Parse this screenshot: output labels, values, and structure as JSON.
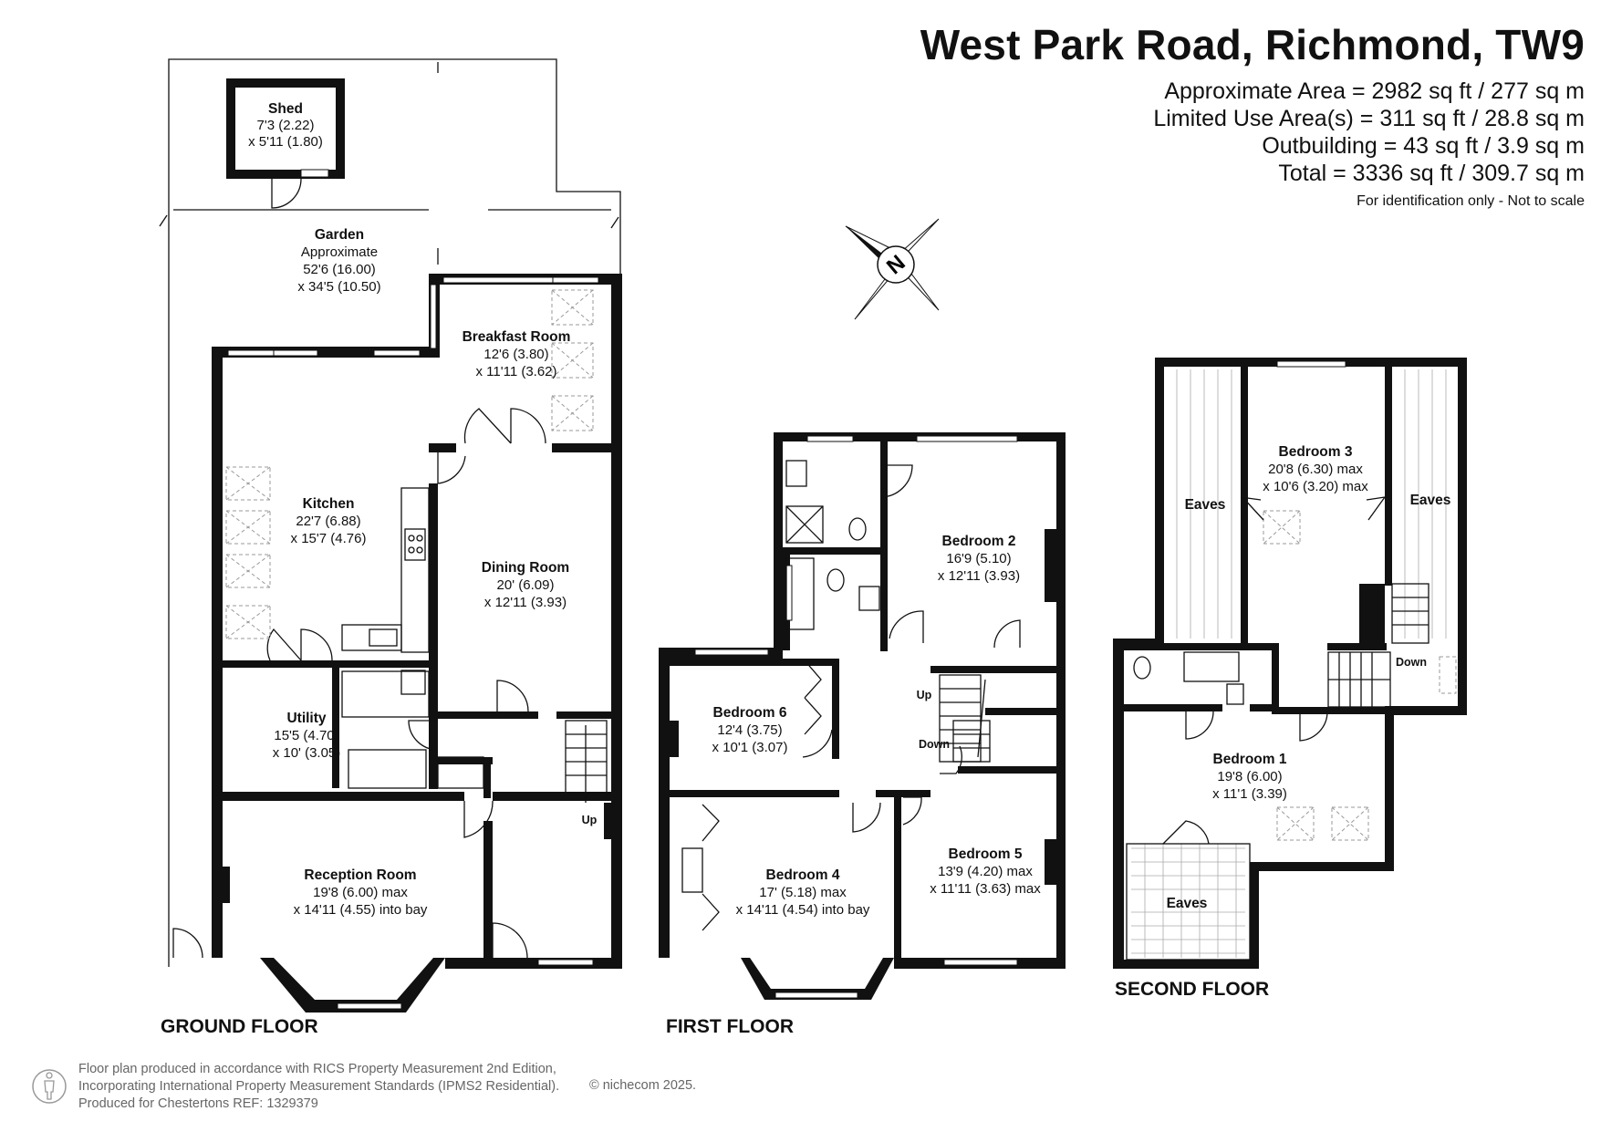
{
  "header": {
    "title": "West Park Road, Richmond, TW9",
    "areas": [
      "Approximate Area = 2982 sq ft / 277 sq m",
      "Limited Use Area(s) = 311 sq ft / 28.8 sq m",
      "Outbuilding = 43 sq ft / 3.9 sq m",
      "Total = 3336 sq ft / 309.7 sq m"
    ],
    "disclaimer": "For identification only - Not to scale"
  },
  "compass": {
    "label": "N"
  },
  "floors": {
    "ground": "GROUND FLOOR",
    "first": "FIRST FLOOR",
    "second": "SECOND FLOOR"
  },
  "rooms": {
    "shed": {
      "name": "Shed",
      "d1": "7'3 (2.22)",
      "d2": "x 5'11 (1.80)"
    },
    "garden": {
      "name": "Garden",
      "d0": "Approximate",
      "d1": "52'6 (16.00)",
      "d2": "x 34'5 (10.50)"
    },
    "breakfast": {
      "name": "Breakfast Room",
      "d1": "12'6 (3.80)",
      "d2": "x 11'11 (3.62)"
    },
    "kitchen": {
      "name": "Kitchen",
      "d1": "22'7 (6.88)",
      "d2": "x 15'7 (4.76)"
    },
    "dining": {
      "name": "Dining Room",
      "d1": "20' (6.09)",
      "d2": "x 12'11 (3.93)"
    },
    "utility": {
      "name": "Utility",
      "d1": "15'5 (4.70)",
      "d2": "x 10' (3.05)"
    },
    "reception": {
      "name": "Reception Room",
      "d1": "19'8 (6.00) max",
      "d2": "x 14'11 (4.55) into bay"
    },
    "bedroom2": {
      "name": "Bedroom 2",
      "d1": "16'9 (5.10)",
      "d2": "x 12'11 (3.93)"
    },
    "bedroom6": {
      "name": "Bedroom 6",
      "d1": "12'4 (3.75)",
      "d2": "x 10'1 (3.07)"
    },
    "bedroom4": {
      "name": "Bedroom 4",
      "d1": "17' (5.18) max",
      "d2": "x 14'11 (4.54) into bay"
    },
    "bedroom5": {
      "name": "Bedroom 5",
      "d1": "13'9 (4.20) max",
      "d2": "x 11'11 (3.63) max"
    },
    "bedroom3": {
      "name": "Bedroom 3",
      "d1": "20'8 (6.30) max",
      "d2": "x 10'6 (3.20) max"
    },
    "bedroom1": {
      "name": "Bedroom 1",
      "d1": "19'8 (6.00)",
      "d2": "x 11'1 (3.39)"
    },
    "eaves": "Eaves"
  },
  "stairs": {
    "up": "Up",
    "down": "Down"
  },
  "footer": {
    "lines": [
      "Floor plan produced in accordance with RICS Property Measurement 2nd Edition,",
      "Incorporating International Property Measurement Standards (IPMS2 Residential).",
      "Produced for Chestertons REF: 1329379"
    ],
    "copyright": "© nichecom 2025."
  }
}
